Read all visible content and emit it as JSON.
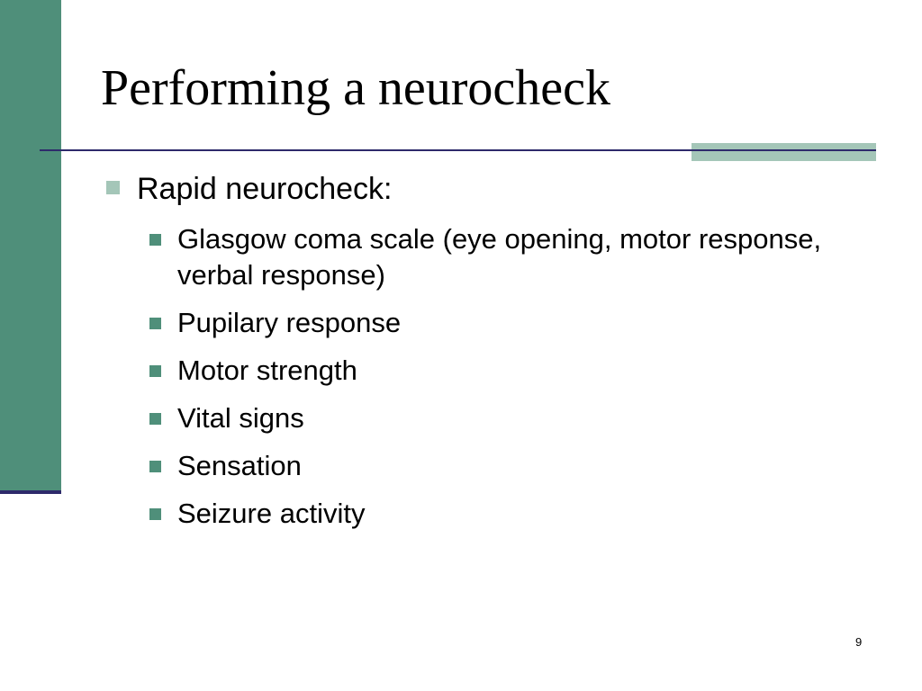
{
  "slide": {
    "title": "Performing a neurocheck",
    "level1": "Rapid neurocheck:",
    "items": [
      "Glasgow coma scale (eye opening, motor response, verbal response)",
      "Pupilary response",
      "Motor strength",
      "Vital signs",
      "Sensation",
      "Seizure activity"
    ],
    "page_number": "9"
  },
  "colors": {
    "accent_green": "#4f8f7a",
    "accent_light": "#a4c6b8",
    "rule_navy": "#2e2a6b"
  }
}
